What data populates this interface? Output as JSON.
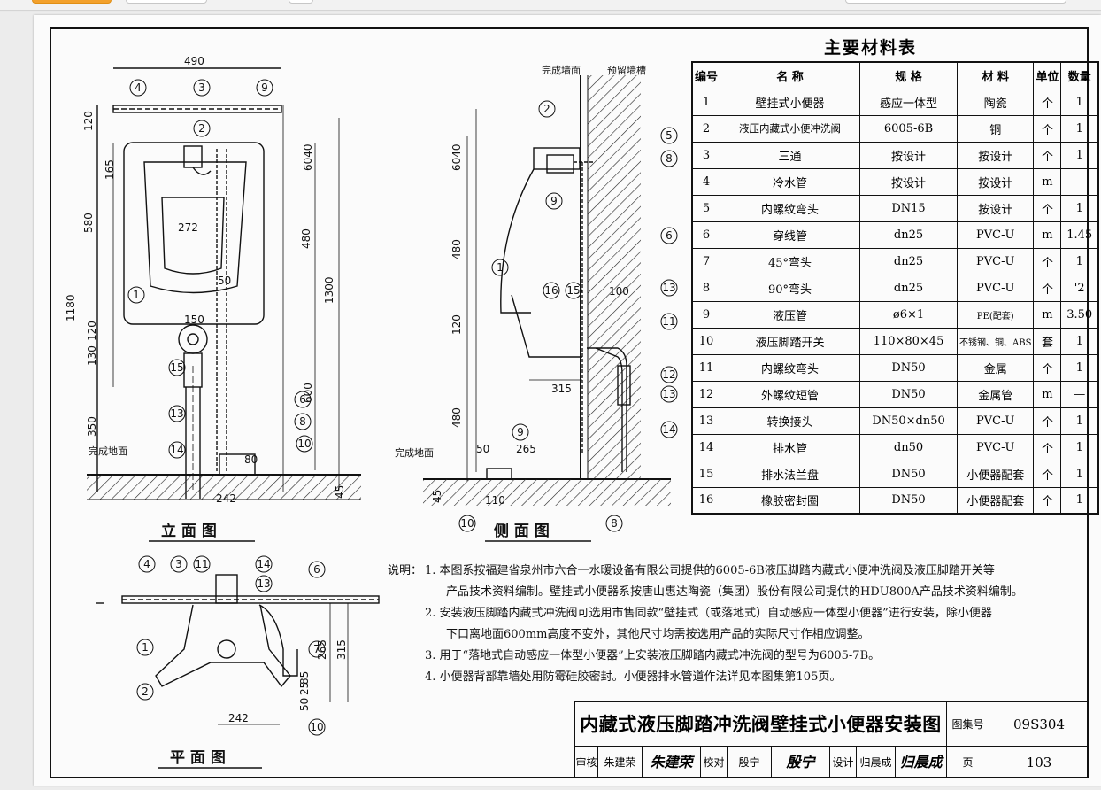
{
  "drawing": {
    "front_view_title": "立 面 图",
    "side_view_title": "侧 面 图",
    "plan_view_title": "平 面 图",
    "finished_floor": "完成地面",
    "finished_wall": "完成墙面",
    "reserved_groove": "预留墙槽",
    "front_dims": [
      "490",
      "120",
      "165",
      "580",
      "1180",
      "120",
      "130",
      "350",
      "272",
      "50",
      "150",
      "480",
      "1300",
      "6040",
      "600",
      "80",
      "242",
      "45"
    ],
    "side_dims": [
      "6040",
      "480",
      "120",
      "480",
      "315",
      "100",
      "50",
      "265",
      "45",
      "110"
    ],
    "plan_dims": [
      "265",
      "315",
      "85",
      "25",
      "50",
      "242"
    ],
    "callouts": [
      "1",
      "2",
      "3",
      "4",
      "5",
      "6",
      "7",
      "8",
      "9",
      "10",
      "11",
      "12",
      "13",
      "14",
      "15",
      "16"
    ]
  },
  "materials": {
    "title": "主要材料表",
    "headers": [
      "编号",
      "名 称",
      "规 格",
      "材 料",
      "单位",
      "数量"
    ],
    "rows": [
      [
        "1",
        "壁挂式小便器",
        "感应一体型",
        "陶瓷",
        "个",
        "1"
      ],
      [
        "2",
        "液压内藏式小便冲洗阀",
        "6005-6B",
        "铜",
        "个",
        "1"
      ],
      [
        "3",
        "三通",
        "按设计",
        "按设计",
        "个",
        "1"
      ],
      [
        "4",
        "冷水管",
        "按设计",
        "按设计",
        "m",
        "—"
      ],
      [
        "5",
        "内螺纹弯头",
        "DN15",
        "按设计",
        "个",
        "1"
      ],
      [
        "6",
        "穿线管",
        "dn25",
        "PVC-U",
        "m",
        "1.45"
      ],
      [
        "7",
        "45°弯头",
        "dn25",
        "PVC-U",
        "个",
        "1"
      ],
      [
        "8",
        "90°弯头",
        "dn25",
        "PVC-U",
        "个",
        "'2"
      ],
      [
        "9",
        "液压管",
        "ø6×1",
        "PE(配套)",
        "m",
        "3.50"
      ],
      [
        "10",
        "液压脚踏开关",
        "110×80×45",
        "不锈钢、铜、ABS",
        "套",
        "1"
      ],
      [
        "11",
        "内螺纹弯头",
        "DN50",
        "金属",
        "个",
        "1"
      ],
      [
        "12",
        "外螺纹短管",
        "DN50",
        "金属管",
        "m",
        "—"
      ],
      [
        "13",
        "转换接头",
        "DN50×dn50",
        "PVC-U",
        "个",
        "1"
      ],
      [
        "14",
        "排水管",
        "dn50",
        "PVC-U",
        "个",
        "1"
      ],
      [
        "15",
        "排水法兰盘",
        "DN50",
        "小便器配套",
        "个",
        "1"
      ],
      [
        "16",
        "橡胶密封圈",
        "DN50",
        "小便器配套",
        "个",
        "1"
      ]
    ]
  },
  "notes": {
    "lead": "说明：",
    "items": [
      "1. 本图系按福建省泉州市六合一水暖设备有限公司提供的6005-6B液压脚踏内藏式小便冲洗阀及液压脚踏开关等",
      "产品技术资料编制。壁挂式小便器系按唐山惠达陶瓷（集团）股份有限公司提供的HDU800A产品技术资料编制。",
      "2. 安装液压脚踏内藏式冲洗阀可选用市售同款“壁挂式（或落地式）自动感应一体型小便器”进行安装，除小便器",
      "下口离地面600mm高度不变外，其他尺寸均需按选用产品的实际尺寸作相应调整。",
      "3. 用于“落地式自动感应一体型小便器”上安装液压脚踏内藏式冲洗阀的型号为6005-7B。",
      "4. 小便器背部靠墙处用防霉硅胶密封。小便器排水管道作法详见本图集第105页。"
    ]
  },
  "titleblock": {
    "title": "内藏式液压脚踏冲洗阀壁挂式小便器安装图",
    "atlas_label": "图集号",
    "atlas_no": "09S304",
    "review_label": "审核",
    "review_name": "朱建荣",
    "review_sig": "朱建荣",
    "check_label": "校对",
    "check_name": "殷宁",
    "check_sig": "殷宁",
    "design_label": "设计",
    "design_name": "归晨成",
    "design_sig": "归晨成",
    "page_label": "页",
    "page_no": "103"
  }
}
